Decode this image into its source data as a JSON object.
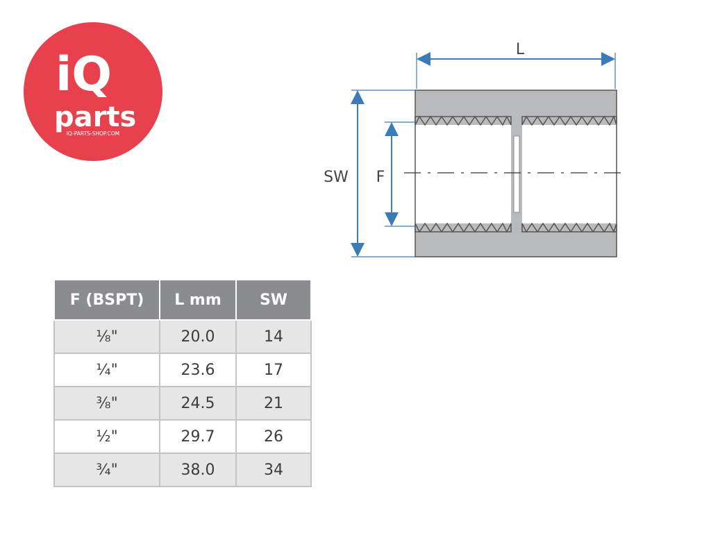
{
  "logo": {
    "line1": "iQ",
    "line2": "parts",
    "url": "IQ-PARTS-SHOP.COM",
    "color": "#e8414e"
  },
  "diagram": {
    "label_length": "L",
    "label_wrench": "SW",
    "label_thread": "F",
    "dimension_color": "#3a7bb8",
    "body_color": "#b9babc"
  },
  "table": {
    "headers": [
      "F (BSPT)",
      "L mm",
      "SW"
    ],
    "rows": [
      [
        "⅛\"",
        "20.0",
        "14"
      ],
      [
        "¼\"",
        "23.6",
        "17"
      ],
      [
        "⅜\"",
        "24.5",
        "21"
      ],
      [
        "½\"",
        "29.7",
        "26"
      ],
      [
        "¾\"",
        "38.0",
        "34"
      ]
    ]
  }
}
